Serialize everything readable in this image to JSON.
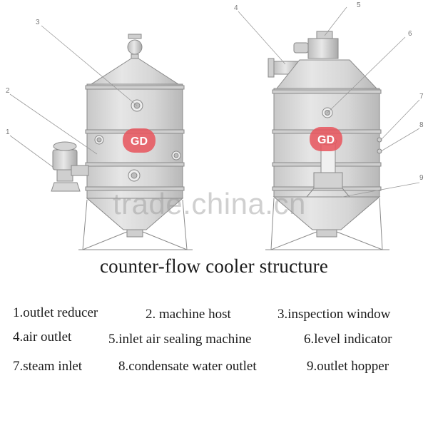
{
  "title": "counter-flow cooler structure",
  "watermark": "trade.china.cn",
  "callout_numbers": [
    "1",
    "2",
    "3",
    "4",
    "5",
    "6",
    "7",
    "8",
    "9"
  ],
  "legend": [
    {
      "label": "1.outlet reducer"
    },
    {
      "label": "2. machine host"
    },
    {
      "label": "3.inspection window"
    },
    {
      "label": "4.air outlet"
    },
    {
      "label": "5.inlet air sealing machine"
    },
    {
      "label": "6.level indicator"
    },
    {
      "label": "7.steam inlet"
    },
    {
      "label": "8.condensate water outlet"
    },
    {
      "label": "9.outlet hopper"
    }
  ],
  "colors": {
    "body_fill": "#d9d9d9",
    "body_dark": "#bdbdbd",
    "line": "#8a8a8a",
    "logo_red": "#e8545c"
  },
  "icons": [
    "logo-icon",
    "porthole-icon",
    "motor-icon",
    "fan-icon"
  ]
}
